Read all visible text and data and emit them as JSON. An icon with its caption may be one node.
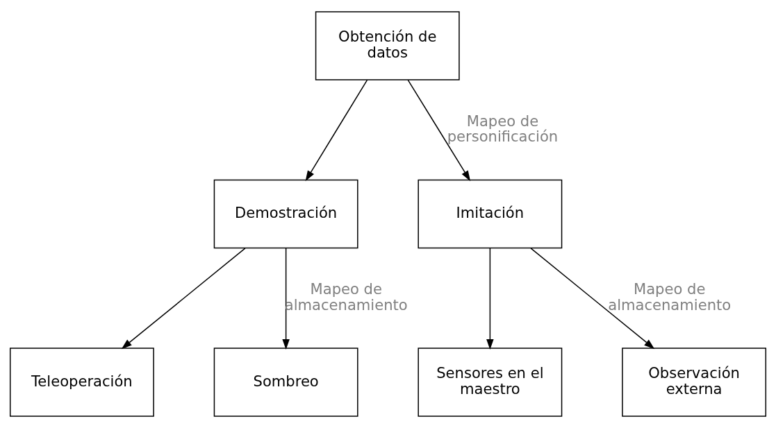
{
  "diagram": {
    "nodes": [
      {
        "text": [
          "Obtención de datos"
        ]
      },
      {
        "text": [
          "Demostración"
        ]
      },
      {
        "text": [
          "Imitación"
        ]
      },
      {
        "text": [
          "Teleoperación"
        ]
      },
      {
        "text": [
          "Sombreo"
        ]
      },
      {
        "text": [
          "Sensores en el maestro"
        ]
      },
      {
        "text": [
          "Observación externa"
        ]
      }
    ],
    "edges": [
      {
        "from": 0,
        "to": 1,
        "arrow": "to"
      },
      {
        "from": 0,
        "to": 2,
        "arrow": "to",
        "label": "Mapeo de personificación"
      },
      {
        "from": 1,
        "to": 3,
        "arrow": "to"
      },
      {
        "from": 1,
        "to": 4,
        "arrow": "to",
        "label": "Mapeo de almacenamiento"
      },
      {
        "from": 2,
        "to": 5,
        "arrow": "to"
      },
      {
        "from": 2,
        "to": 6,
        "arrow": "to",
        "label": "Mapeo de almacenamiento"
      }
    ]
  }
}
